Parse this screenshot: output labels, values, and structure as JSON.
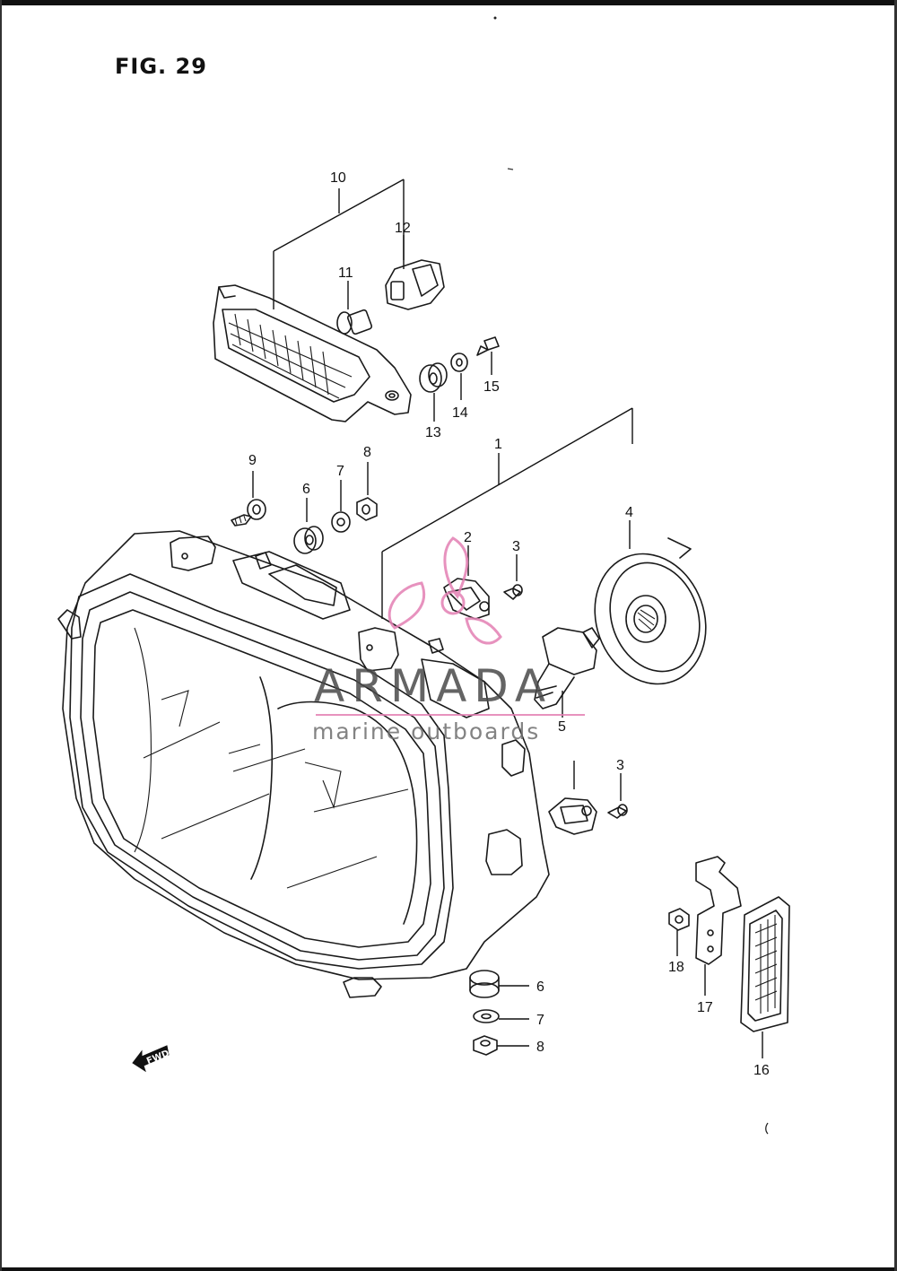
{
  "figure": {
    "title": "FIG. 29"
  },
  "callouts": [
    {
      "id": "c10",
      "label": "10"
    },
    {
      "id": "c12",
      "label": "12"
    },
    {
      "id": "c11",
      "label": "11"
    },
    {
      "id": "c15",
      "label": "15"
    },
    {
      "id": "c13",
      "label": "13"
    },
    {
      "id": "c14",
      "label": "14"
    },
    {
      "id": "c1",
      "label": "1"
    },
    {
      "id": "c9",
      "label": "9"
    },
    {
      "id": "c6a",
      "label": "6"
    },
    {
      "id": "c7a",
      "label": "7"
    },
    {
      "id": "c8a",
      "label": "8"
    },
    {
      "id": "c2",
      "label": "2"
    },
    {
      "id": "c3a",
      "label": "3"
    },
    {
      "id": "c4",
      "label": "4"
    },
    {
      "id": "c5",
      "label": "5"
    },
    {
      "id": "c3b",
      "label": "3"
    },
    {
      "id": "c6b",
      "label": "6"
    },
    {
      "id": "c7b",
      "label": "7"
    },
    {
      "id": "c8b",
      "label": "8"
    },
    {
      "id": "c18",
      "label": "18"
    },
    {
      "id": "c17",
      "label": "17"
    },
    {
      "id": "c16",
      "label": "16"
    }
  ],
  "direction_marker": {
    "label": "FWD"
  },
  "watermark": {
    "brand": "ARMADA",
    "tagline": "marine outboards",
    "accent_color": "#e37fb3",
    "text_color": "#4a4a4a"
  },
  "colors": {
    "line": "#1a1a1a",
    "paper": "#ffffff"
  }
}
